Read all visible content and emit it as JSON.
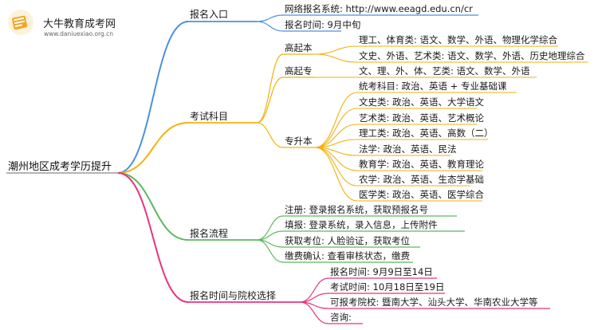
{
  "brand": {
    "name": "大牛教育成考网",
    "url": "www.daniuexiao.org.cn",
    "icon": "book-icon",
    "color": "#f3a521"
  },
  "root": "潮州地区成考学历提升",
  "branches": {
    "signup_entry": {
      "label": "报名入口",
      "color": "#4a90e2",
      "items": [
        "网络报名系统: http://www.eeagd.edu.cn/cr",
        "报名时间: 9月中旬"
      ]
    },
    "exam_subjects": {
      "label": "考试科目",
      "color": "#f2b20e",
      "gaoqiben": {
        "label": "高起本",
        "items": [
          "理工、体育类: 语文、数学、外语、物理化学综合",
          "文史、外语、艺术类: 语文、数学、外语、历史地理综合"
        ]
      },
      "gaoqizhuan": {
        "label": "高起专",
        "items": [
          "文、理、外、体、艺类: 语文、数学、外语"
        ]
      },
      "zhuanshengben": {
        "label": "专升本",
        "items": [
          "统考科目: 政治、英语 + 专业基础课",
          "文史类: 政治、英语、大学语文",
          "艺术类: 政治、英语、艺术概论",
          "理工类: 政治、英语、高数（二）",
          "法学: 政治、英语、民法",
          "教育学: 政治、英语、教育理论",
          "农学: 政治、英语、生态学基础",
          "医学类: 政治、英语、医学综合"
        ]
      }
    },
    "signup_process": {
      "label": "报名流程",
      "color": "#5cb85c",
      "items": [
        "注册: 登录报名系统，获取预报名号",
        "填报: 登录系统，录入信息，上传附件",
        "获取考位: 人脸验证，获取考位",
        "缴费确认: 查看审核状态，缴费"
      ]
    },
    "time_school": {
      "label": "报名时间与院校选择",
      "color": "#e8337e",
      "items": [
        "报名时间: 9月9日至14日",
        "考试时间: 10月18日至19日",
        "可报考院校: 暨南大学、汕头大学、华南农业大学等",
        "咨询:"
      ]
    }
  }
}
